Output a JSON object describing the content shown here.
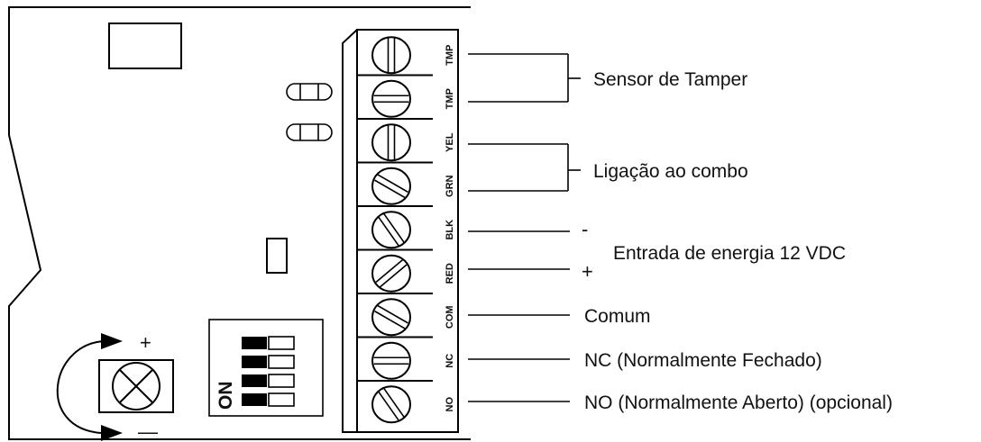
{
  "terminals": [
    {
      "code": "TMP",
      "slot": "vertical"
    },
    {
      "code": "TMP",
      "slot": "horizontal"
    },
    {
      "code": "YEL",
      "slot": "vertical"
    },
    {
      "code": "GRN",
      "slot": "diag-up"
    },
    {
      "code": "BLK",
      "slot": "diag-steep"
    },
    {
      "code": "RED",
      "slot": "diag-down"
    },
    {
      "code": "COM",
      "slot": "diag-up"
    },
    {
      "code": "NC",
      "slot": "horizontal"
    },
    {
      "code": "NO",
      "slot": "diag-steep"
    }
  ],
  "labels": {
    "tamper": "Sensor de Tamper",
    "combo": "Ligação ao combo",
    "power": "Entrada de energia 12 VDC",
    "power_minus": "-",
    "power_plus": "+",
    "com": "Comum",
    "nc": "NC (Normalmente Fechado)",
    "no": "NO (Normalmente Aberto) (opcional)"
  },
  "dip_switch": {
    "label": "ON",
    "switches": 4
  },
  "potentiometer": {
    "plus": "+",
    "minus": "—"
  }
}
